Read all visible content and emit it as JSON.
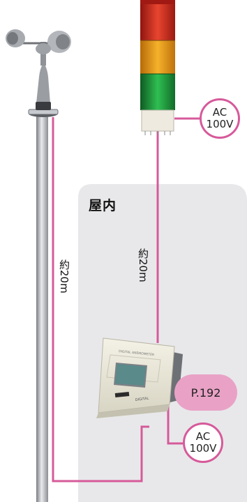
{
  "indoor_label": "屋内",
  "distance_left": "約20m",
  "distance_right": "約20m",
  "ac_top": {
    "line1": "AC",
    "line2": "100V"
  },
  "ac_bottom": {
    "line1": "AC",
    "line2": "100V"
  },
  "page_ref": "P.192",
  "device_panel_text": "DIGITAL ANEMOMETER",
  "colors": {
    "wire": "#d65a9a",
    "indoor_bg": "#e8e8ea",
    "pill": "#e9a2c6",
    "lamp_red": "#c0281e",
    "lamp_yellow": "#e8a020",
    "lamp_green": "#1f9a3a"
  }
}
